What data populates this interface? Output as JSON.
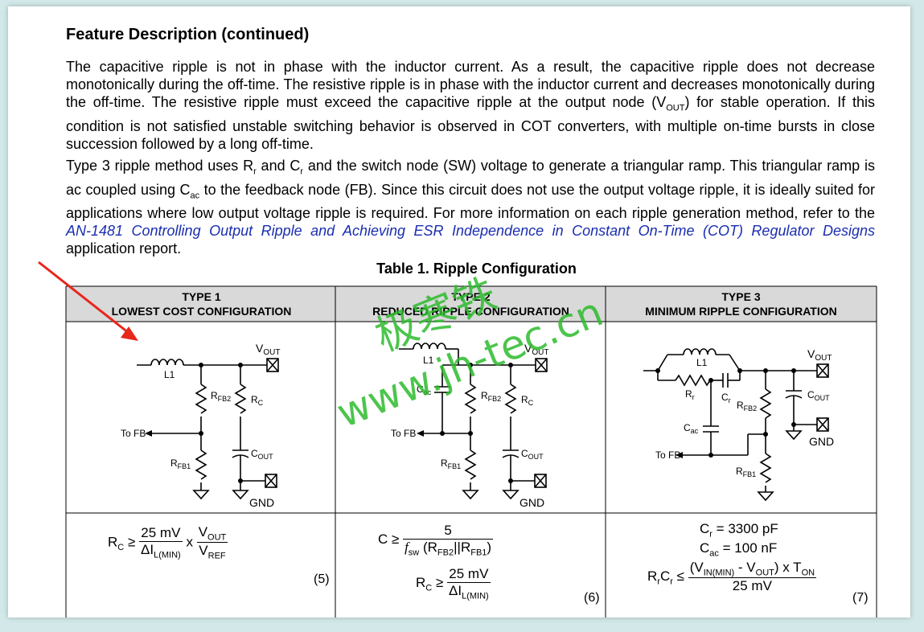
{
  "heading": "Feature Description (continued)",
  "para1": "The capacitive ripple is not in phase with the inductor current. As a result, the capacitive ripple does not decrease monotonically during the off-time. The resistive ripple is in phase with the inductor current and decreases monotonically during the off-time. The resistive ripple must exceed the capacitive ripple at the output node (V",
  "para1_sub": "OUT",
  "para1_end": ") for stable operation. If this condition is not satisfied unstable switching behavior is observed in COT converters, with multiple on-time bursts in close succession followed by a long off-time.",
  "para2_a": "Type 3 ripple method uses R",
  "para2_r1": "r",
  "para2_b": " and C",
  "para2_r2": "r",
  "para2_c": " and the switch node (SW) voltage to generate a triangular ramp. This triangular ramp is ac coupled using C",
  "para2_ac": "ac",
  "para2_d": " to the feedback node (FB). Since this circuit does not use the output voltage ripple, it is ideally suited for applications where low output voltage ripple is required. For more information on each ripple generation method, refer to the ",
  "para2_link": "AN-1481 Controlling Output Ripple and Achieving ESR Independence in Constant On-Time (COT) Regulator Designs",
  "para2_e": " application report.",
  "table_title": "Table 1. Ripple Configuration",
  "columns": [
    {
      "type": "TYPE 1",
      "name": "LOWEST COST CONFIGURATION"
    },
    {
      "type": "TYPE 2",
      "name": "REDUCED RIPPLE CONFIGURATION"
    },
    {
      "type": "TYPE 3",
      "name": "MINIMUM RIPPLE CONFIGURATION"
    }
  ],
  "labels": {
    "L1": "L1",
    "V": "V",
    "OUT": "OUT",
    "R": "R",
    "C": "C",
    "FB2": "FB2",
    "FB1": "FB1",
    "to_fb": "To FB",
    "gnd": "GND",
    "ac": "ac",
    "r": "r"
  },
  "equations": {
    "eq5_lhs": "R",
    "eq5_lhs_sub": "C",
    "eq5_ge": " ≥ ",
    "eq5_num": "25 mV",
    "eq5_den": "ΔI",
    "eq5_den_sub": "L(MIN)",
    "eq5_x": " x ",
    "eq5_num2": "V",
    "eq5_num2_sub": "OUT",
    "eq5_den2": "V",
    "eq5_den2_sub": "REF",
    "eq5_tag": "(5)",
    "eq6_lhs": "C ≥ ",
    "eq6_num": "5",
    "eq6_f": "f",
    "eq6_f_sub": "sw",
    "eq6_den_rest": " (R",
    "eq6_r1_sub": "FB2",
    "eq6_par": "||R",
    "eq6_r2_sub": "FB1",
    "eq6_close": ")",
    "eq6b_lhs": "R",
    "eq6b_lhs_sub": "C",
    "eq6b_ge": " ≥ ",
    "eq6b_num": "25 mV",
    "eq6b_den": "ΔI",
    "eq6b_den_sub": "L(MIN)",
    "eq6_tag": "(6)",
    "eq7_cr": "C",
    "eq7_cr_sub": "r",
    "eq7_cr_val": " = 3300 pF",
    "eq7_cac": "C",
    "eq7_cac_sub": "ac",
    "eq7_cac_val": " = 100 nF",
    "eq7_lhs": "R",
    "eq7_lhs_sub": "r",
    "eq7_lhs2": "C",
    "eq7_lhs2_sub": "r",
    "eq7_le": " ≤ ",
    "eq7_num_a": "(V",
    "eq7_num_sub1": "IN(MIN)",
    "eq7_num_b": " - V",
    "eq7_num_sub2": "OUT",
    "eq7_num_c": ") x T",
    "eq7_num_sub3": "ON",
    "eq7_den": "25 mV",
    "eq7_tag": "(7)"
  },
  "watermark": {
    "cjk": "极寒铁",
    "url": "www.jh-tec.cn"
  },
  "colors": {
    "header_bg": "#d9d9d9",
    "link": "#1a2eb0",
    "watermark": "#2dbb2d",
    "arrow": "#e8261c"
  }
}
